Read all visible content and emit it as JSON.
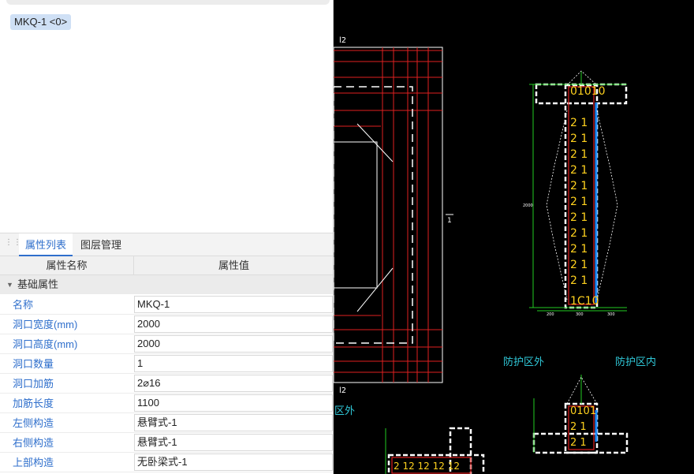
{
  "top": {
    "tag_label": "MKQ-1 <0>"
  },
  "tabs": [
    {
      "label": "属性列表",
      "active": true
    },
    {
      "label": "图层管理",
      "active": false
    }
  ],
  "table": {
    "col_name": "属性名称",
    "col_value": "属性值",
    "group_label": "基础属性",
    "rows": [
      {
        "name": "名称",
        "value": "MKQ-1"
      },
      {
        "name": "洞口宽度(mm)",
        "value": "2000"
      },
      {
        "name": "洞口高度(mm)",
        "value": "2000"
      },
      {
        "name": "洞口数量",
        "value": "1"
      },
      {
        "name": "洞口加筋",
        "value": "2⌀16"
      },
      {
        "name": "加筋长度",
        "value": "1100"
      },
      {
        "name": "左侧构造",
        "value": "悬臂式-1"
      },
      {
        "name": "右侧构造",
        "value": "悬臂式-1"
      },
      {
        "name": "上部构造",
        "value": "无卧梁式-1"
      }
    ]
  },
  "cad": {
    "label_outside": "防护区外",
    "label_inside": "防护区内",
    "label_outside_partial": "区外",
    "marker_l2": "l2",
    "marker_1": "1",
    "dim_2000": "2000",
    "dim_200": "200",
    "dim_300": "300",
    "colors": {
      "background": "#000000",
      "rebar": "#e02020",
      "dimension": "#22cc22",
      "text": "#ffd21e",
      "label": "#30c8d8",
      "hatch": "#ffffff",
      "accent": "#1e8cff"
    }
  }
}
